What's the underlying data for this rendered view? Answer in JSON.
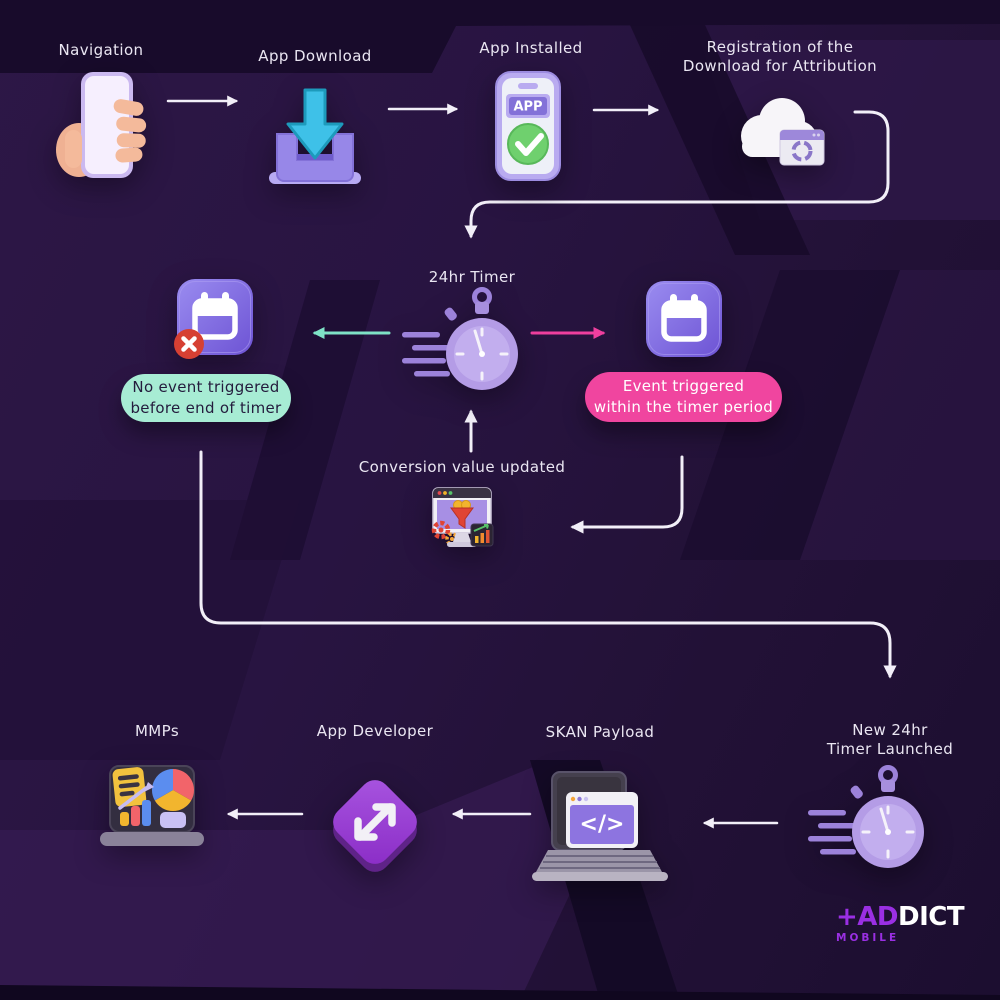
{
  "colors": {
    "background": "#241238",
    "arrow_white": "#f2eff8",
    "arrow_teal": "#7fe2c6",
    "arrow_pink": "#ef3f9e",
    "pill_mint_bg": "#a7ecd4",
    "pill_mint_text": "#241c3d",
    "pill_pink_bg": "#f0459f",
    "pill_pink_text": "#ffffff",
    "icon_purple": "#b49ce6",
    "brand_purple": "#9a2fe3"
  },
  "top": {
    "navigation": {
      "label": "Navigation"
    },
    "app_download": {
      "label": "App Download"
    },
    "app_installed": {
      "label": "App Installed",
      "badge": "APP"
    },
    "registration": {
      "label_line1": "Registration of the",
      "label_line2": "Download for Attribution"
    }
  },
  "middle": {
    "timer": {
      "label": "24hr Timer"
    },
    "no_event_pill": {
      "line1": "No event triggered",
      "line2": "before end of timer"
    },
    "event_pill": {
      "line1": "Event triggered",
      "line2": "within the timer period"
    },
    "conversion": {
      "label": "Conversion value updated"
    }
  },
  "bottom": {
    "mmps": {
      "label": "MMPs"
    },
    "app_developer": {
      "label": "App Developer"
    },
    "skan_payload": {
      "label": "SKAN Payload",
      "code_glyph": "</>"
    },
    "new_timer": {
      "label_line1": "New 24hr",
      "label_line2": "Timer Launched"
    }
  },
  "logo": {
    "prefix": "+AD",
    "suffix": "DICT",
    "subtitle": "MOBILE"
  }
}
